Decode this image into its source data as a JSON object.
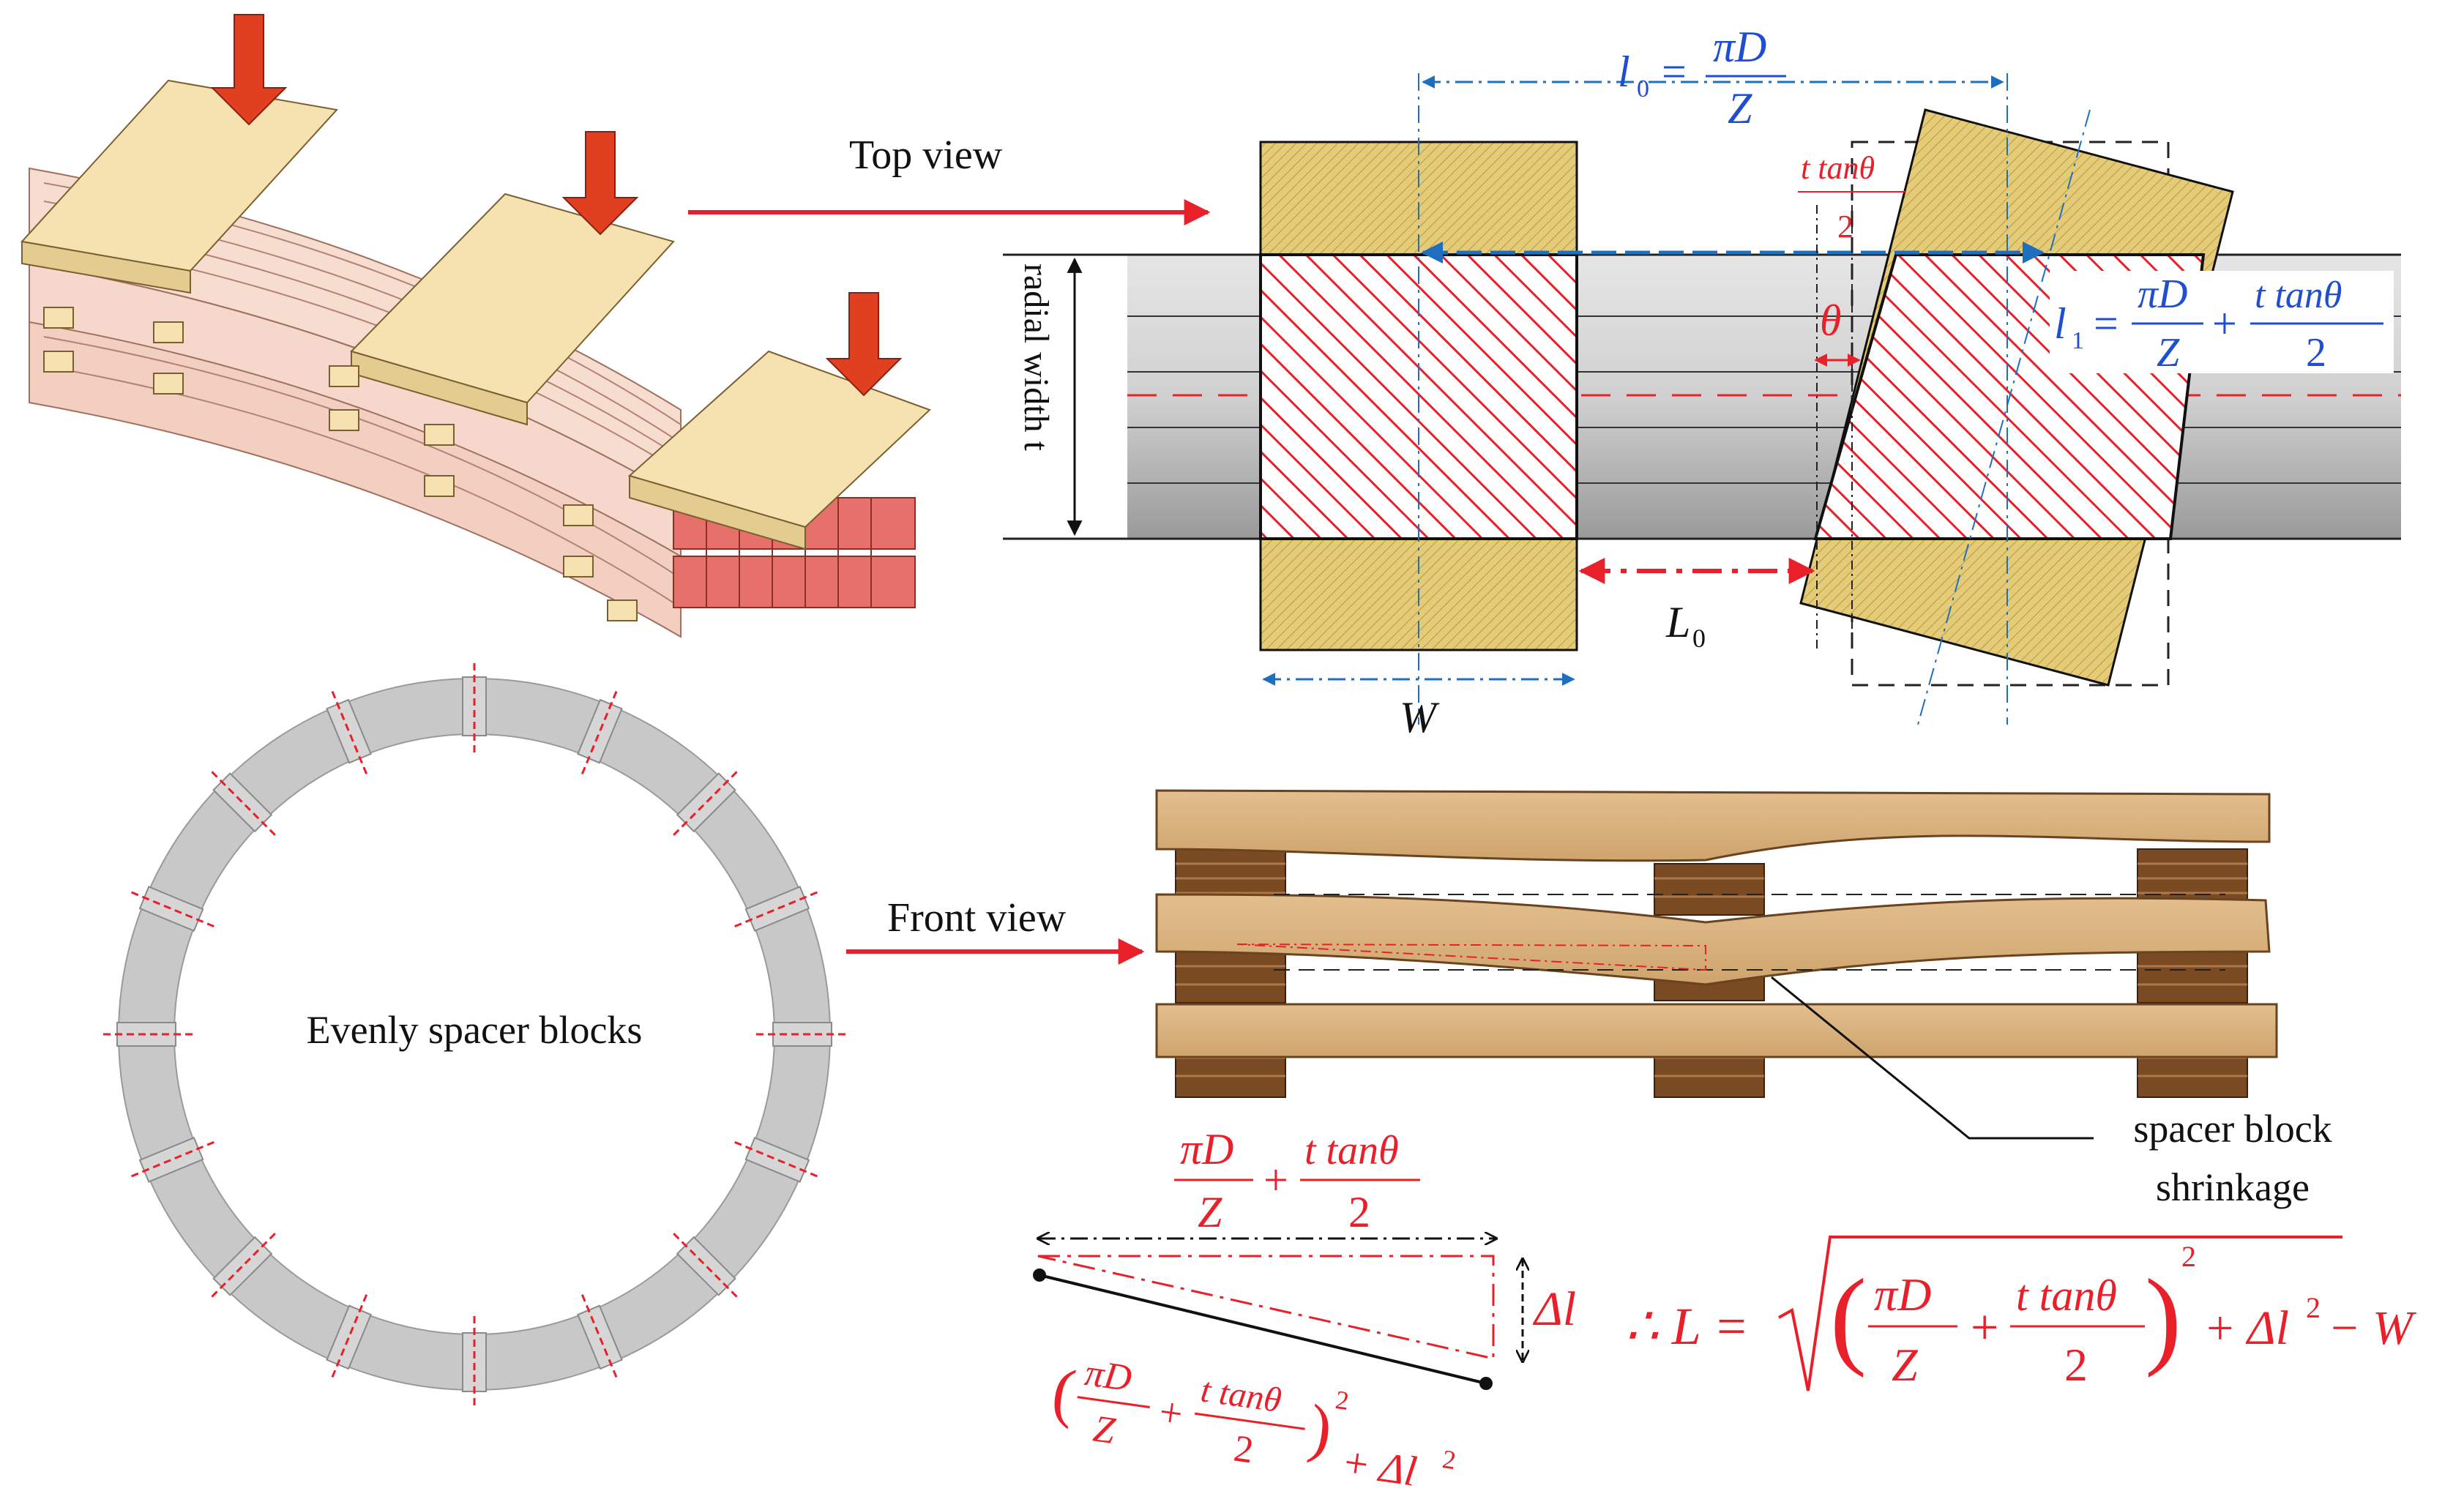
{
  "labels": {
    "top_view": "Top view",
    "front_view": "Front view",
    "radial_width": "radial width t",
    "ring_caption": "Evenly spacer blocks",
    "shrinkage_line1": "spacer block",
    "shrinkage_line2": "shrinkage"
  },
  "symbols": {
    "W": "W",
    "L0_base": "L",
    "L0_sub": "0",
    "theta": "θ",
    "delta_l": "Δl"
  },
  "formulas": {
    "l0_lhs": "l",
    "l0_sub": "0",
    "pi_d": "πD",
    "z": "Z",
    "l1_lhs": "l",
    "l1_sub": "1",
    "ttan": "t tanθ",
    "two": "2",
    "plus": "+",
    "equals": "=",
    "therefore": "∴ L =",
    "hyp_tail": "+ Δl",
    "square": "2",
    "minus_w": "− W"
  },
  "colors": {
    "spacer_fill": "#e4cb78",
    "spacer_hatch": "#b89a3e",
    "conductor_red": "#e8202a",
    "winding_gray": "#c9c9c9",
    "dim_blue": "#1f6fc0",
    "wood": "#d9b380",
    "wood_dark": "#7a4a22",
    "ring_gray": "#c8c8c8",
    "arrow_red": "#e8202a",
    "formula_red": "#e8202a",
    "formula_blue": "#1f4fd0"
  }
}
